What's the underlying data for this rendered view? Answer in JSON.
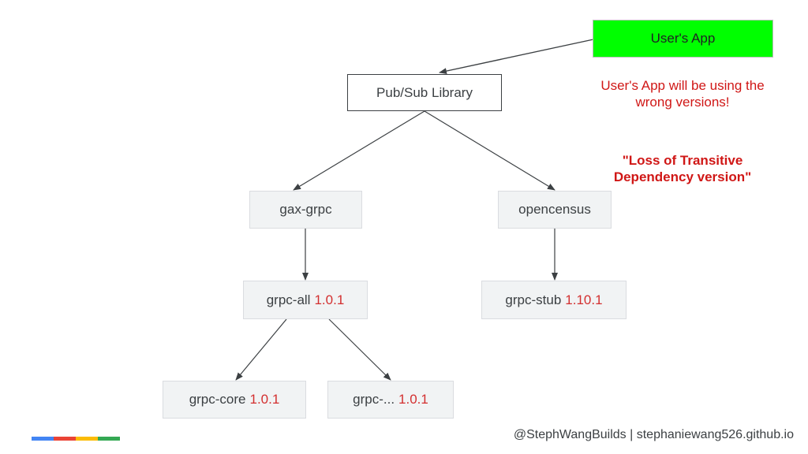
{
  "nodes": {
    "users_app": {
      "label": "User's App"
    },
    "pubsub": {
      "label": "Pub/Sub Library"
    },
    "gax_grpc": {
      "label": "gax-grpc"
    },
    "opencensus": {
      "label": "opencensus"
    },
    "grpc_all": {
      "label": "grpc-all",
      "version": "1.0.1"
    },
    "grpc_stub": {
      "label": "grpc-stub",
      "version": "1.10.1"
    },
    "grpc_core": {
      "label": "grpc-core",
      "version": "1.0.1"
    },
    "grpc_other": {
      "label": "grpc-...",
      "version": "1.0.1"
    }
  },
  "edges": [
    {
      "from": "users_app",
      "to": "pubsub"
    },
    {
      "from": "pubsub",
      "to": "gax_grpc"
    },
    {
      "from": "pubsub",
      "to": "opencensus"
    },
    {
      "from": "gax_grpc",
      "to": "grpc_all"
    },
    {
      "from": "opencensus",
      "to": "grpc_stub"
    },
    {
      "from": "grpc_all",
      "to": "grpc_core"
    },
    {
      "from": "grpc_all",
      "to": "grpc_other"
    }
  ],
  "note": {
    "warning": "User's App will be using the wrong versions!",
    "quote": "\"Loss of Transitive Dependency version\""
  },
  "footer": {
    "credit": "@StephWangBuilds | stephaniewang526.github.io"
  },
  "colors": {
    "users_app_fill": "#00ff00",
    "version_text": "#d32f2f",
    "note_text": "#d01716",
    "brand_bar": [
      "#4285f4",
      "#ea4335",
      "#fbbc04",
      "#34a853"
    ]
  }
}
